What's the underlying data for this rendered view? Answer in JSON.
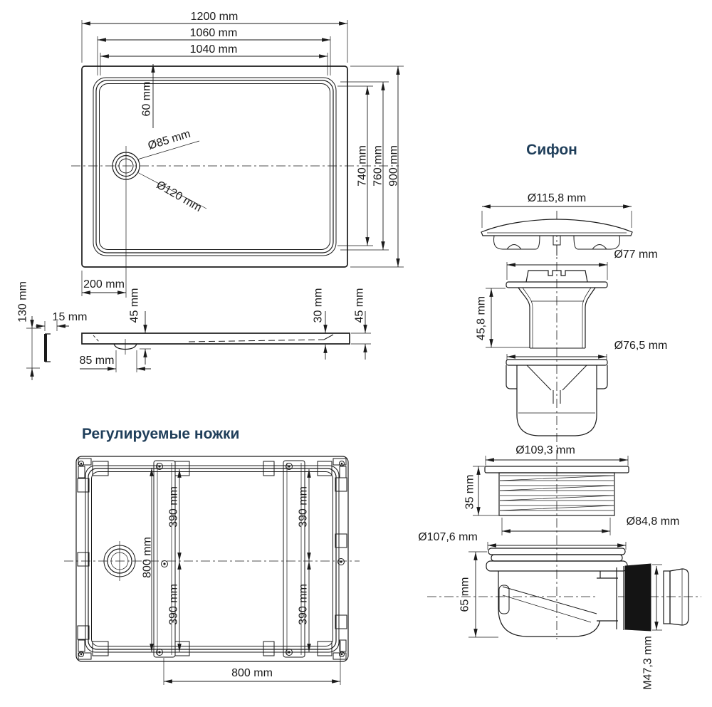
{
  "colors": {
    "line": "#1a1a1a",
    "title": "#1f3e5a",
    "background": "#ffffff",
    "outlet_fill": "#141414"
  },
  "titles": {
    "siphon": "Сифон",
    "legs": "Регулируемые ножки"
  },
  "top_view": {
    "width_outer": "1200 mm",
    "width_mid": "1060 mm",
    "width_inner": "1040 mm",
    "depth_inner": "740 mm",
    "depth_mid": "760 mm",
    "depth_outer": "900 mm",
    "rim_offset": "60 mm",
    "drain_hole": "Ø85 mm",
    "drain_flange": "Ø120 mm",
    "drain_offset": "200 mm"
  },
  "side_view": {
    "total_height": "130 mm",
    "panel_gap": "15 mm",
    "depth_at_drain": "45 mm",
    "drain_width": "85 mm",
    "depth_mid": "30 mm",
    "depth_edge": "45 mm"
  },
  "legs_view": {
    "rail_length": "800 mm",
    "rail_span": "800 mm",
    "spacing_top_left": "390 mm",
    "spacing_bottom_left": "390 mm",
    "spacing_top_right": "390 mm",
    "spacing_bottom_right": "390 mm"
  },
  "siphon": {
    "cap_diameter": "Ø115,8 mm",
    "grate_diameter": "Ø77 mm",
    "grate_height": "45,8 mm",
    "cup_diameter": "Ø76,5 mm",
    "ring_diameter": "Ø109,3 mm",
    "ring_height": "35 mm",
    "thread_diameter": "Ø84,8 mm",
    "seal_diameter": "Ø107,6 mm",
    "body_height": "65 mm",
    "outlet_thread": "M47,3 mm"
  }
}
